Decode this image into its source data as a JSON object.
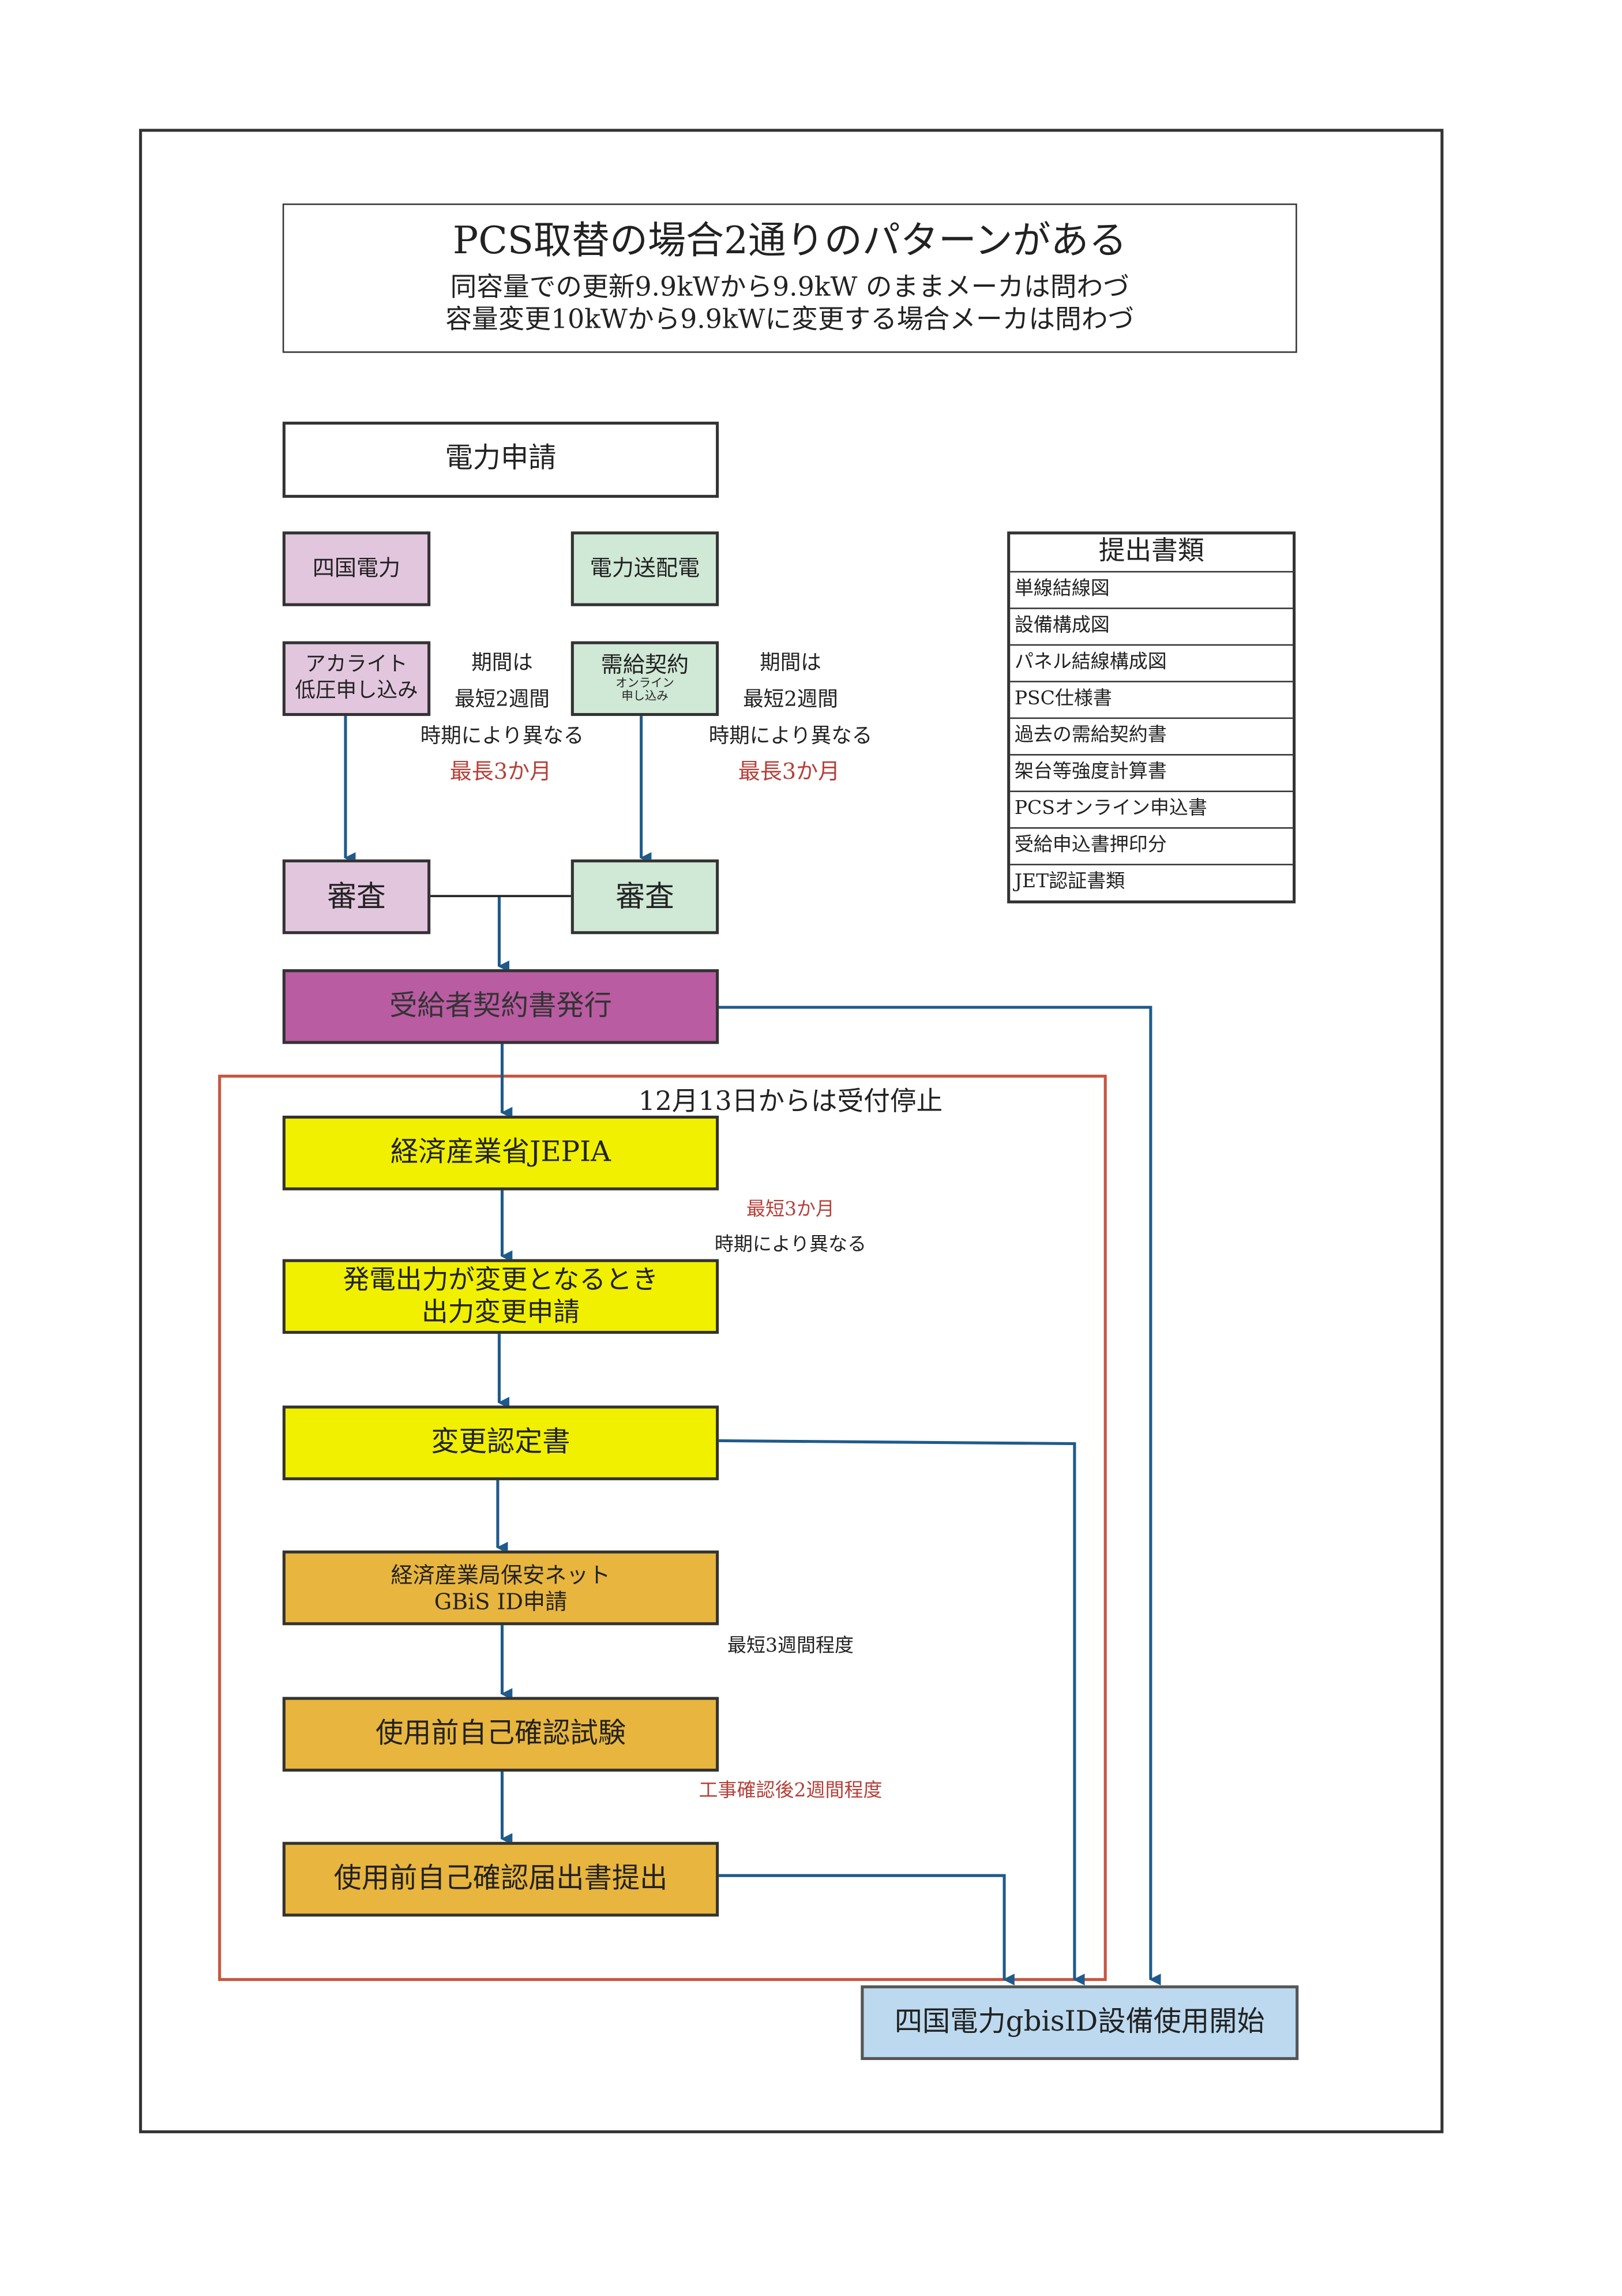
{
  "title_box": {
    "title": "PCS取替の場合2通りのパターンがある",
    "line1": "同容量での更新9.9kWから9.9kW のままメーカは問わづ",
    "line2": "容量変更10kWから9.9kWに変更する場合メーカは問わづ"
  },
  "flow": {
    "power_application": "電力申請",
    "shikoku": "四国電力",
    "transmission": "電力送配電",
    "akaraito_1": "アカライト",
    "akaraito_2": "低圧申し込み",
    "supply_contract": "需給契約",
    "supply_contract_sub1": "オンライン",
    "supply_contract_sub2": "申し込み",
    "review_left": "審査",
    "review_right": "審査",
    "contract_issue": "受給者契約書発行",
    "stop_notice": "12月13日からは受付停止",
    "jepia": "経済産業省JEPIA",
    "output_change_1": "発電出力が変更となるとき",
    "output_change_2": "出力変更申請",
    "change_cert": "変更認定書",
    "gbis_1": "経済産業局保安ネット",
    "gbis_2": "GBiS ID申請",
    "self_test": "使用前自己確認試験",
    "self_report": "使用前自己確認届出書提出",
    "final": "四国電力gbisID設備使用開始"
  },
  "notes": {
    "left": {
      "l1": "期間は",
      "l2": "最短2週間",
      "l3": "時期により異なる",
      "l4": "最長3か月"
    },
    "right": {
      "l1": "期間は",
      "l2": "最短2週間",
      "l3": "時期により異なる",
      "l4": "最長3か月"
    },
    "jepia_min": "最短3か月",
    "jepia_vary": "時期により異なる",
    "gbis_time": "最短3週間程度",
    "test_time": "工事確認後2週間程度"
  },
  "documents": {
    "header": "提出書類",
    "items": [
      "単線結線図",
      "設備構成図",
      "パネル結線構成図",
      "PSC仕様書",
      "過去の需給契約書",
      "架台等強度計算書",
      "PCSオンライン申込書",
      "受給申込書押印分",
      "JET認証書類"
    ]
  },
  "colors": {
    "pink": "#e2c6de",
    "green": "#d0e8d6",
    "magenta": "#b95ca2",
    "yellow": "#f0f000",
    "orange": "#e8b53e",
    "light_blue": "#bcd9ef",
    "arrow": "#1f5a8c",
    "red_frame": "#c8553f"
  }
}
